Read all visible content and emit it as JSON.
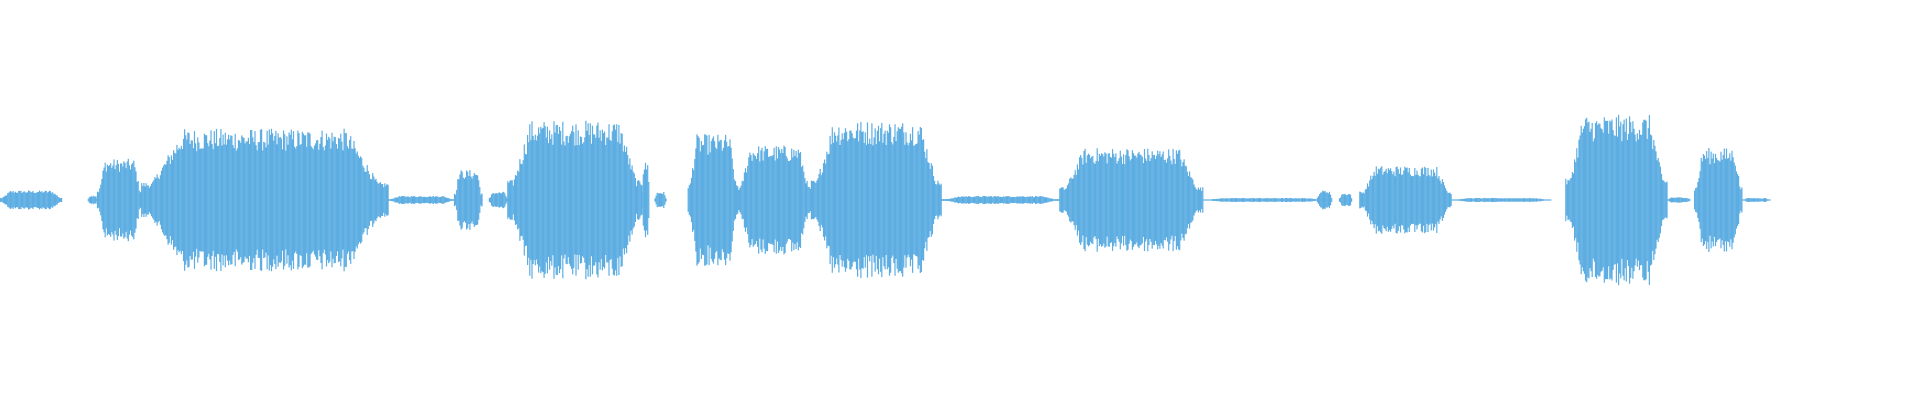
{
  "waveform": {
    "color": "#5dade2",
    "background": "#ffffff",
    "duration_label": "",
    "segments": [
      {
        "start": 0.0,
        "end": 0.034,
        "amp": 0.07
      },
      {
        "start": 0.048,
        "end": 0.053,
        "amp": 0.035
      },
      {
        "start": 0.053,
        "end": 0.077,
        "amp": 0.3
      },
      {
        "start": 0.077,
        "end": 0.211,
        "amp": 0.52
      },
      {
        "start": 0.211,
        "end": 0.247,
        "amp": 0.03
      },
      {
        "start": 0.247,
        "end": 0.262,
        "amp": 0.22
      },
      {
        "start": 0.266,
        "end": 0.276,
        "amp": 0.06
      },
      {
        "start": 0.276,
        "end": 0.349,
        "amp": 0.58
      },
      {
        "start": 0.349,
        "end": 0.353,
        "amp": 0.28
      },
      {
        "start": 0.356,
        "end": 0.362,
        "amp": 0.06
      },
      {
        "start": 0.374,
        "end": 0.401,
        "amp": 0.48
      },
      {
        "start": 0.401,
        "end": 0.441,
        "amp": 0.4
      },
      {
        "start": 0.441,
        "end": 0.512,
        "amp": 0.58
      },
      {
        "start": 0.512,
        "end": 0.576,
        "amp": 0.03
      },
      {
        "start": 0.576,
        "end": 0.654,
        "amp": 0.38
      },
      {
        "start": 0.654,
        "end": 0.721,
        "amp": 0.015
      },
      {
        "start": 0.716,
        "end": 0.724,
        "amp": 0.07
      },
      {
        "start": 0.728,
        "end": 0.735,
        "amp": 0.05
      },
      {
        "start": 0.739,
        "end": 0.789,
        "amp": 0.25
      },
      {
        "start": 0.789,
        "end": 0.843,
        "amp": 0.015
      },
      {
        "start": 0.851,
        "end": 0.906,
        "amp": 0.62
      },
      {
        "start": 0.906,
        "end": 0.919,
        "amp": 0.02
      },
      {
        "start": 0.921,
        "end": 0.947,
        "amp": 0.38
      },
      {
        "start": 0.947,
        "end": 0.962,
        "amp": 0.015
      }
    ]
  }
}
